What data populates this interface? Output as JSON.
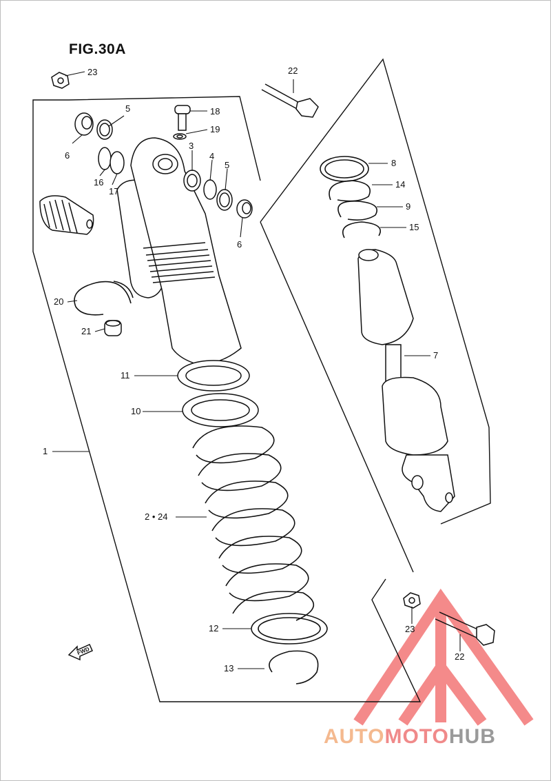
{
  "figure": {
    "title": "FIG.30A",
    "fwd_label": "FWD"
  },
  "watermark": {
    "part1": "AUTO",
    "part2": "MOTO",
    "part3": "HUB",
    "color_1": "#f4b98f",
    "color_2": "#f08a8a",
    "color_3": "#9a9a9a",
    "triangle_color": "#f26d6d"
  },
  "callouts": [
    {
      "id": "c23a",
      "text": "23"
    },
    {
      "id": "c22a",
      "text": "22"
    },
    {
      "id": "c5a",
      "text": "5"
    },
    {
      "id": "c18",
      "text": "18"
    },
    {
      "id": "c19",
      "text": "19"
    },
    {
      "id": "c6a",
      "text": "6"
    },
    {
      "id": "c3",
      "text": "3"
    },
    {
      "id": "c4",
      "text": "4"
    },
    {
      "id": "c5b",
      "text": "5"
    },
    {
      "id": "c16",
      "text": "16"
    },
    {
      "id": "c17",
      "text": "17"
    },
    {
      "id": "c6b",
      "text": "6"
    },
    {
      "id": "c8",
      "text": "8"
    },
    {
      "id": "c14",
      "text": "14"
    },
    {
      "id": "c9",
      "text": "9"
    },
    {
      "id": "c15",
      "text": "15"
    },
    {
      "id": "c20",
      "text": "20"
    },
    {
      "id": "c21",
      "text": "21"
    },
    {
      "id": "c7",
      "text": "7"
    },
    {
      "id": "c11",
      "text": "11"
    },
    {
      "id": "c10",
      "text": "10"
    },
    {
      "id": "c1",
      "text": "1"
    },
    {
      "id": "c2_24",
      "text": "2 • 24"
    },
    {
      "id": "c12",
      "text": "12"
    },
    {
      "id": "c13",
      "text": "13"
    },
    {
      "id": "c23b",
      "text": "23"
    },
    {
      "id": "c22b",
      "text": "22"
    }
  ]
}
